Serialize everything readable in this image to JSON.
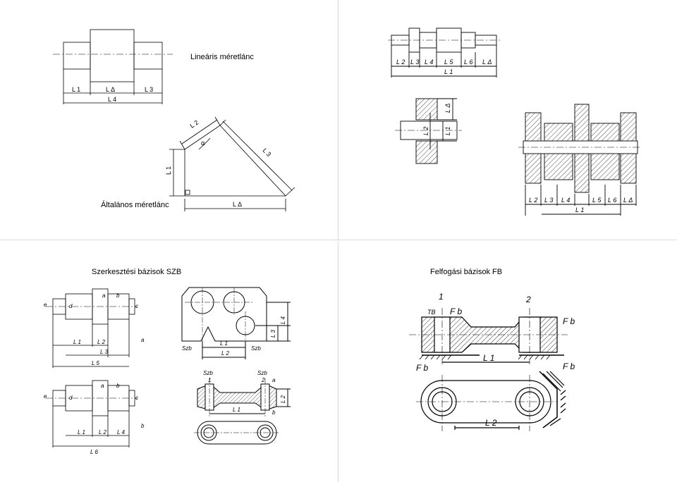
{
  "panels": {
    "top_left": {
      "title_linear": "Lineáris méretlánc",
      "title_general": "Általános méretlánc",
      "linear_labels": [
        "L 1",
        "L Δ",
        "L 3",
        "L 4"
      ],
      "general_labels": [
        "L 2",
        "α",
        "L 3",
        "L 1",
        "L Δ"
      ]
    },
    "top_right": {
      "shaft_labels": [
        "L 2",
        "L 3",
        "L 4",
        "L 5",
        "L 6",
        "L Δ",
        "L 1"
      ],
      "bearing_labels": [
        "L Δ",
        "L 2",
        "L 1"
      ],
      "gear_labels": [
        "L 2",
        "L 3",
        "L 4",
        "L 5",
        "L 6",
        "L Δ",
        "L 1"
      ]
    },
    "bottom_left": {
      "title": "Szerkesztési bázisok SZB",
      "shaft1_labels": [
        "e",
        "d",
        "a",
        "b",
        "c",
        "a",
        "L 1",
        "L 2",
        "L 3",
        "L 5"
      ],
      "shaft2_labels": [
        "e",
        "d",
        "a",
        "b",
        "c",
        "b",
        "L 1",
        "L 2",
        "L 4",
        "L 6"
      ],
      "block_labels": [
        "L 4",
        "L 3",
        "Szb",
        "L 1",
        "Szb",
        "L 2"
      ],
      "rod_labels": [
        "Szb",
        "Szb",
        "1",
        "2",
        "a",
        "L 2",
        "L 1",
        "b"
      ]
    },
    "bottom_right": {
      "title": "Felfogási bázisok FB",
      "labels": [
        "1",
        "2",
        "TB",
        "F b",
        "F b",
        "F b",
        "F b",
        "L 1",
        "L 2"
      ]
    }
  }
}
